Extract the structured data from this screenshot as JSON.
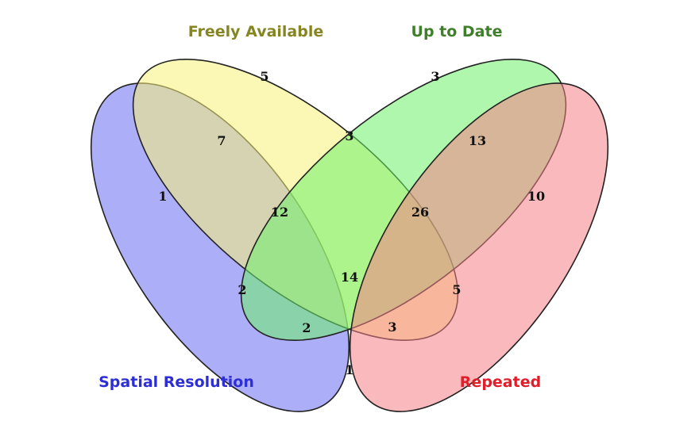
{
  "sets": {
    "spatial": {
      "label": "Spatial Resolution",
      "fill": "#6a6cf2",
      "label_color": "#2e2ed6"
    },
    "free": {
      "label": "Freely Available",
      "fill": "#f8f27a",
      "label_color": "#858521"
    },
    "uptodate": {
      "label": "Up to Date",
      "fill": "#6ef06a",
      "label_color": "#3f7f2a"
    },
    "repeated": {
      "label": "Repeated",
      "fill": "#f57f86",
      "label_color": "#e01f2a"
    }
  },
  "regions": {
    "spatial_only": "1",
    "free_only": "5",
    "uptodate_only": "3",
    "repeated_only": "10",
    "spatial_free": "7",
    "free_uptodate": "3",
    "uptodate_repeated": "13",
    "spatial_free_uptodate": "12",
    "free_uptodate_repeated": "26",
    "spatial_uptodate": "2",
    "free_repeated": "5",
    "all_four": "14",
    "spatial_uptodate_repeated": "2",
    "spatial_free_repeated": "3",
    "spatial_repeated": "1"
  }
}
